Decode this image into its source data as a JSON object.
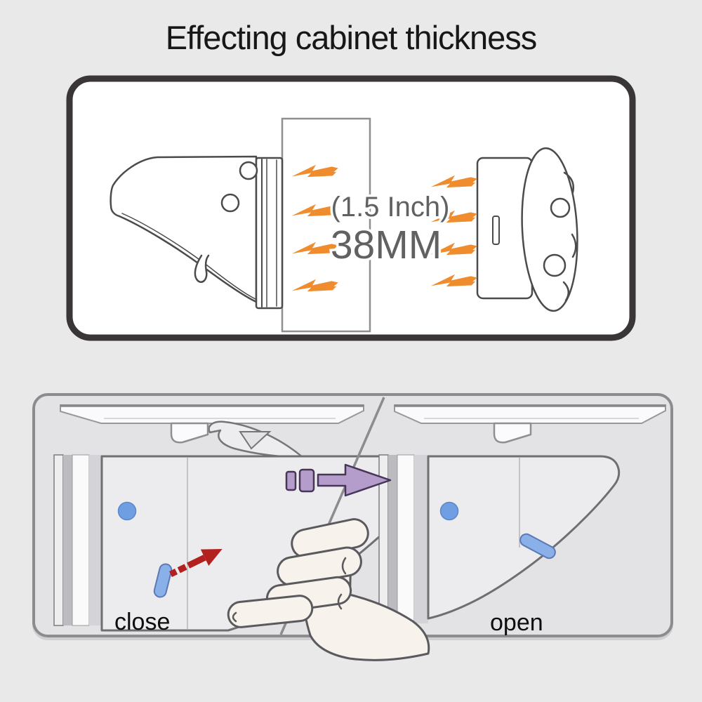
{
  "title": "Effecting cabinet thickness",
  "thickness_diagram": {
    "inch_label": "(1.5 Inch)",
    "mm_label": "38MM"
  },
  "usage_diagram": {
    "closed_label": "close",
    "open_label": "open"
  },
  "icons": {
    "lightning_bolt": "orange-magnetic-field-bolt",
    "transition_arrow": "purple-right-arrow-with-dashes",
    "unlock_arrow": "red-dashed-up-right-arrow",
    "hand": "hand-gripping-cabinet-door"
  },
  "colors": {
    "page_background": "#e9e9e9",
    "diagram_border_dark": "#3a3536",
    "line_art_gray": "#4b4b4d",
    "lightning_orange": "#ee8c2e",
    "dimension_text_gray": "#616161",
    "panel_background": "#e3e3e5",
    "panel_border_gray": "#8c8c8e",
    "lock_body_fill": "#ececee",
    "latch_blue": "#8ab0ea",
    "button_blue": "#6f9fe2",
    "arrow_purple": "#b59dcb",
    "arrow_red": "#b2211e",
    "hand_skin": "#f8f2ec",
    "label_black": "#0e0e0e"
  }
}
